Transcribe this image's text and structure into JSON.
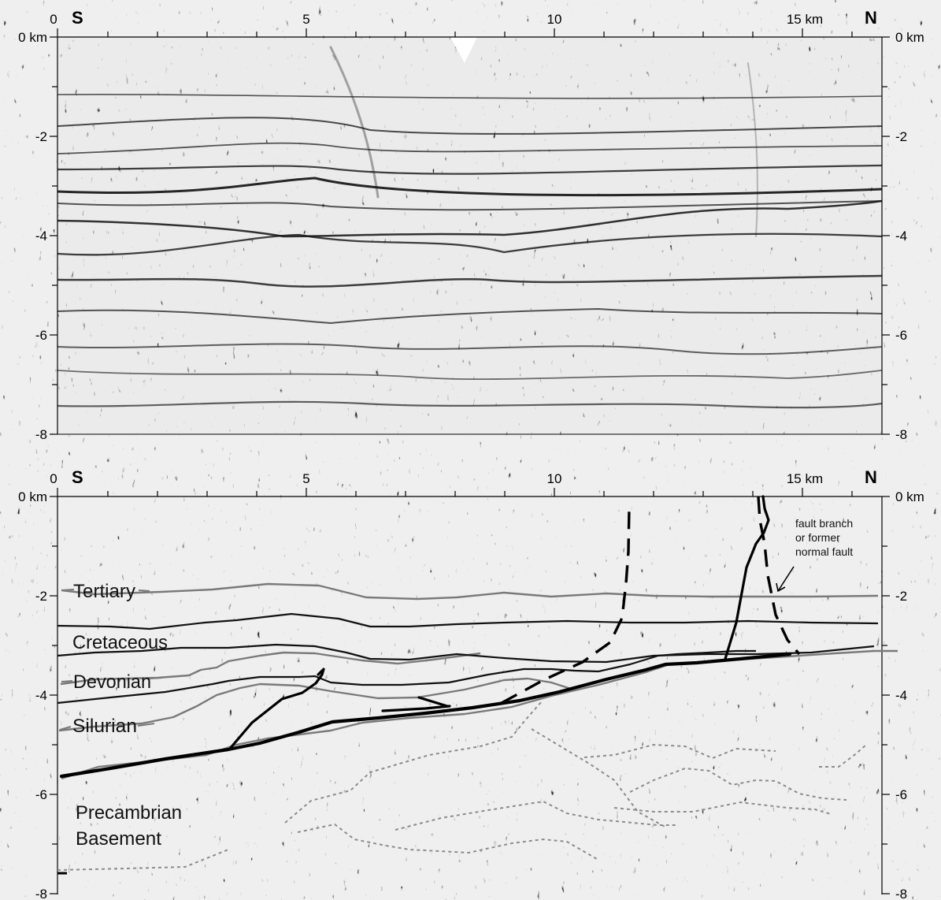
{
  "x_ticks": [
    "0",
    "5",
    "10",
    "15 km"
  ],
  "direction_left": "S",
  "direction_right": "N",
  "depth_ticks": {
    "zero": "0 km",
    "m2": "-2",
    "m4": "-4",
    "m6": "-6",
    "m8": "-8"
  },
  "interpretation": {
    "units": [
      "Tertiary",
      "Cretaceous",
      "Devonian",
      "Silurian"
    ],
    "basement_line1": "Precambrian",
    "basement_line2": "Basement",
    "fault_note": [
      "fault branch",
      "or former",
      "normal fault"
    ]
  },
  "colors": {
    "horizon_black": "#111111",
    "horizon_gray": "#7a7a7a",
    "dotted_gray": "#8c8c8c",
    "seismic_bg": "#e8e8e8"
  }
}
